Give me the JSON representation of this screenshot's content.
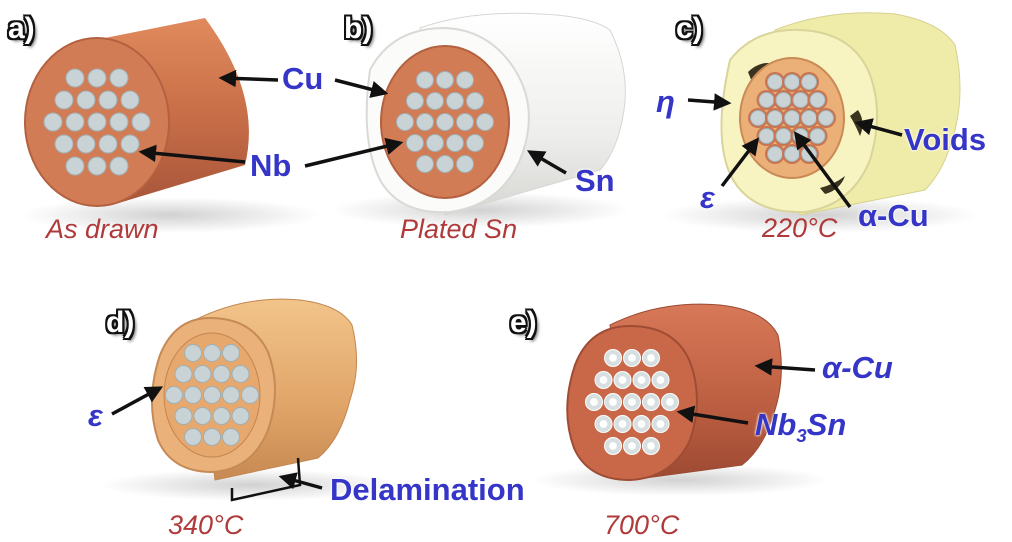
{
  "panels": [
    {
      "id": "a",
      "label": "a)",
      "caption": "As drawn"
    },
    {
      "id": "b",
      "label": "b)",
      "caption": "Plated Sn"
    },
    {
      "id": "c",
      "label": "c)",
      "caption": "220°C"
    },
    {
      "id": "d",
      "label": "d)",
      "caption": "340°C"
    },
    {
      "id": "e",
      "label": "e)",
      "caption": "700°C"
    }
  ],
  "labels": {
    "cu": "Cu",
    "nb": "Nb",
    "sn": "Sn",
    "eta": "η",
    "voids": "Voids",
    "epsilon_c": "ε",
    "alpha_cu_c": "α-Cu",
    "epsilon_d": "ε",
    "delamination": "Delamination",
    "alpha_cu_e": "α-Cu",
    "nb3sn_base": "Nb",
    "nb3sn_sub1": "3",
    "nb3sn_mid": "Sn"
  },
  "colors": {
    "copper": "#c7714a",
    "copper_dark": "#b35a3a",
    "tin": "#f1f0ee",
    "eta_phase": "#f3f1b0",
    "epsilon_phase": "#e2a96a",
    "bronze_dark": "#b3583a",
    "niobium": "#c9d3d6",
    "label_blue": "#3535c8",
    "caption_red": "#b03a3a"
  }
}
